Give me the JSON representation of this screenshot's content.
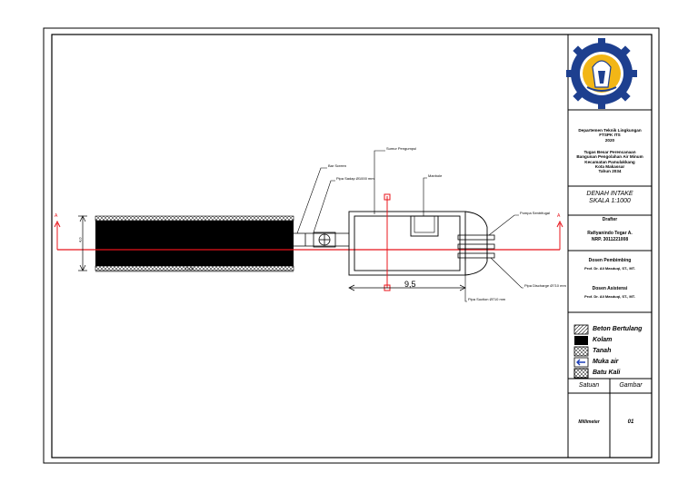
{
  "drawing": {
    "callouts": {
      "bar_screen": "Bar Screen",
      "pipa_sadap": "Pipa Sadap Ø1000 mm",
      "sumur_pengumpul": "Sumur Pengumpul",
      "manhole": "Manhole",
      "pompa_sentrifugal": "Pompa Sentrifugal",
      "pipa_discharge": "Pipa Discharge Ø710 mm",
      "pipa_suction": "Pipa Suction Ø710 mm"
    },
    "dims": {
      "width_label": "9,5",
      "channel_length": "17,00",
      "channel_depth": "4,0"
    },
    "section_marks": {
      "left": "A",
      "right": "A"
    }
  },
  "title_block": {
    "institution": [
      "Departemen Teknik Lingkungan",
      "FTSPK ITS",
      "2020"
    ],
    "project": [
      "Tugas Besar Perencanaan",
      "Bangunan Pengolahan Air Minum",
      "Kecamatan Pamulakkang",
      "Kota Makassar",
      "Tahun 2034"
    ],
    "drawing_title": [
      "DENAH INTAKE",
      "SKALA 1:1000"
    ],
    "drafter": {
      "heading": "Drafter",
      "name": "Rafiyanindo Tegar A.",
      "nrp": "NRP. 3011221008"
    },
    "dosen_pembimbing": {
      "heading": "Dosen Pembimbing",
      "name": "Prof. Dr. Ali Masduqi, ST., MT."
    },
    "dosen_asistensi": {
      "heading": "Dosen Asistensi",
      "name": "Prof. Dr. Ali Masduqi, ST., MT."
    },
    "legend": [
      {
        "label": "Beton Bertulang",
        "symbol": "concrete"
      },
      {
        "label": "Kolam",
        "symbol": "solid"
      },
      {
        "label": "Tanah",
        "symbol": "soil"
      },
      {
        "label": "Muka air",
        "symbol": "water"
      },
      {
        "label": "Batu Kali",
        "symbol": "stone"
      }
    ],
    "footer": {
      "satuan_heading": "Satuan",
      "gambar_heading": "Gambar",
      "satuan_value": "Millimeter",
      "gambar_value": "01"
    }
  },
  "colors": {
    "line": "#000000",
    "red": "#e8141b",
    "logo_blue": "#1d3f8f",
    "logo_gold": "#f2b616"
  }
}
